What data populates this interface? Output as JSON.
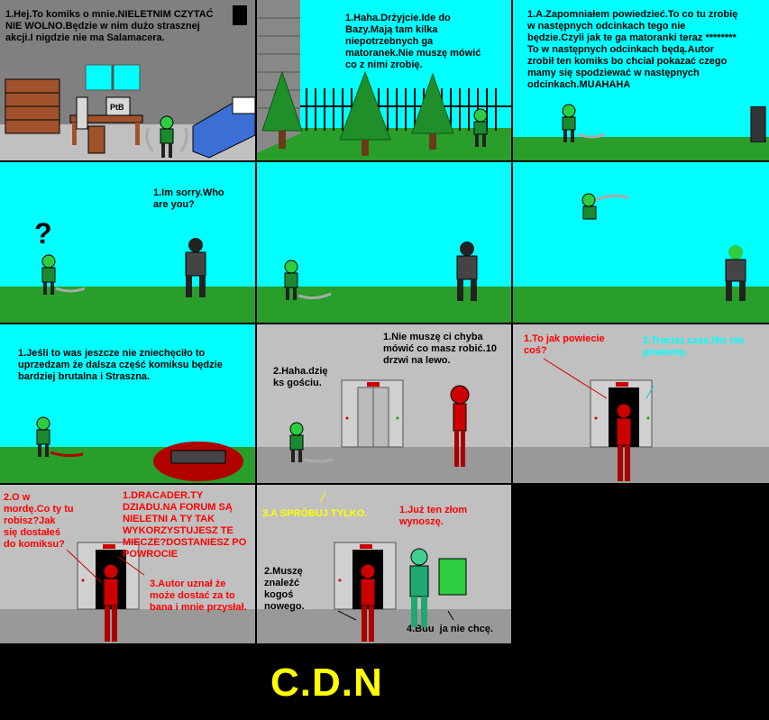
{
  "captions": {
    "p1": "1.Hej.To komiks o mnie.NIELETNIM CZYTAĆ\nNIE WOLNO.Będzie w nim dużo strasznej\nakcji.I nigdzie nie ma Salamacera.",
    "p1_screen": "PtB",
    "p2": "1.Haha.Drżyjcie.Ide do\nBazy.Mają tam kilka\nniepotrzebnych ga\nmatoranek.Nie muszę mówić\nco z nimi zrobię.",
    "p3": "1.A.Zapomniałem powiedzieć.To co tu zrobię\nw następnych odcinkach tego nie\nbędzie.Czyli jak te ga matoranki teraz ********\nTo w następnych odcinkach będą.Autor\nzrobił ten komiks bo chciał pokazać czego\nmamy się spodziewać w następnych\nodcinkach.MUAHAHA",
    "p4_question": "?",
    "p4": "1.Im sorry.Who\nare you?",
    "p7": "1.Jeśli to was jeszcze nie zniechęciło to\nuprzedzam że dalsza część komiksu będzie\nbardziej brutalna i Straszna.",
    "p8a": "1.Nie muszę ci chyba\nmówić co masz robić.10\ndrzwi na lewo.",
    "p8b": "2.Haha.dzię\nks gościu.",
    "p9a": "1.To jak powiecie\ncoś?",
    "p9b": "2.Tracisz czas.Nic nie\npowiemy.",
    "p10a": "2.O w\nmordę.Co ty tu\nrobisz?Jak\nsię dostałeś\ndo komiksu?",
    "p10b": "1.DRACADER.TY\nDZIADU.NA FORUM SĄ\nNIELETNI A TY TAK\nWYKORZYSTUJESZ TE\nMIECZE?DOSTANIESZ PO\nPOWROCIE",
    "p10c": "3.Autor uznał że\nmoże dostać za to\nbana i mnie przysłał.",
    "p11a": "3.A SPRÓBUJ TYLKO.",
    "p11b": "1.Już ten złom\nwynoszę.",
    "p11c": "2.Muszę\nznaleźć\nkogoś\nnowego.",
    "p11d": "4.Buu  ja nie chcę."
  },
  "footer": "C.D.N",
  "colors": {
    "sky": "#00ffff",
    "grass": "#2a9e2a",
    "wall": "#808080",
    "floor": "#bdbdbd",
    "hall_floor": "#999999",
    "text_red": "#ff0000",
    "text_yellow": "#ffff00"
  }
}
